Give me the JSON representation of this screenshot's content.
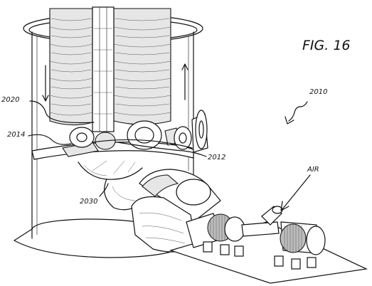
{
  "figure": {
    "title": "FIG. 16"
  },
  "labels": {
    "ref_2010": "2010",
    "ref_2012": "2012",
    "ref_2014": "2014",
    "ref_2020": "2020",
    "ref_2030": "2030",
    "air": "AIR"
  }
}
